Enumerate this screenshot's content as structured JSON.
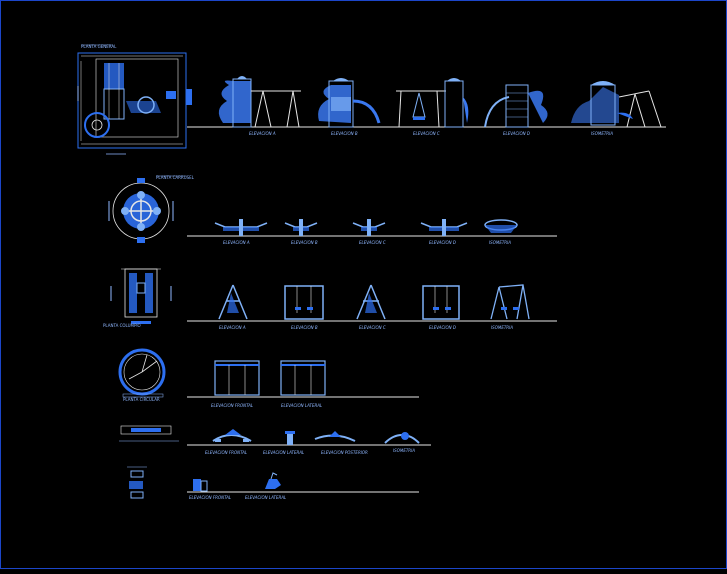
{
  "colors": {
    "background": "#000000",
    "frame": "#1c46c9",
    "line_white": "#e6e6e6",
    "blue": "#2d6ff0",
    "light_blue": "#7fb1f7",
    "label": "#8fb7ff"
  },
  "icons": [
    "slide-icon",
    "swing-icon",
    "carousel-icon",
    "seesaw-icon",
    "rocker-icon",
    "spring-rider-icon"
  ],
  "rows": [
    {
      "name": "slide-tower",
      "plan_title": "PLANTA GENERAL",
      "labels": [
        "ELEVACION A",
        "ELEVACION B",
        "ELEVACION C",
        "ELEVACION D",
        "ISOMETRIA"
      ]
    },
    {
      "name": "carousel",
      "plan_title": "PLANTA CARRUSEL",
      "labels": [
        "ELEVACION A",
        "ELEVACION B",
        "ELEVACION C",
        "ELEVACION D",
        "ISOMETRIA"
      ]
    },
    {
      "name": "swing-set",
      "plan_title": "PLANTA COLUMPIO",
      "labels": [
        "ELEVACION A",
        "ELEVACION B",
        "ELEVACION C",
        "ELEVACION D",
        "ISOMETRIA"
      ]
    },
    {
      "name": "round-frame",
      "plan_title": "PLANTA CIRCULAR",
      "labels": [
        "ELEVACION FRONTAL",
        "ELEVACION LATERAL"
      ]
    },
    {
      "name": "seesaw",
      "plan_title": "",
      "labels": [
        "ELEVACION FRONTAL",
        "ELEVACION LATERAL",
        "ELEVACION POSTERIOR",
        "ISOMETRIA"
      ]
    },
    {
      "name": "spring-rider",
      "plan_title": "",
      "labels": [
        "ELEVACION FRONTAL",
        "ELEVACION LATERAL"
      ]
    }
  ]
}
